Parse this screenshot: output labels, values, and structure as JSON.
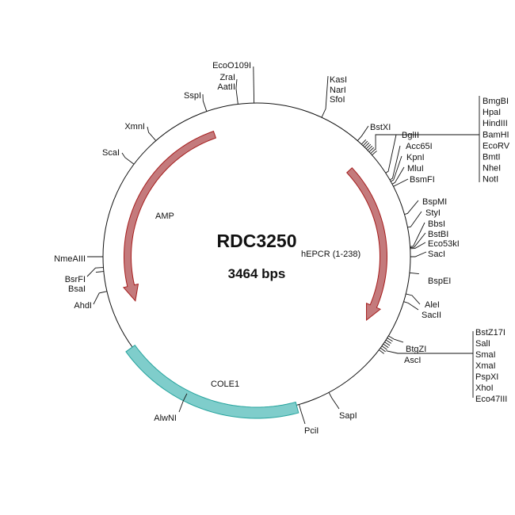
{
  "plasmid": {
    "name": "RDC3250",
    "size": "3464 bps"
  },
  "features": {
    "amp": {
      "label": "AMP",
      "color": "#c47a7c",
      "stroke": "#a51c1c"
    },
    "hepcr": {
      "label": "hEPCR (1-238)",
      "color": "#c47a7c",
      "stroke": "#a51c1c"
    },
    "cole1": {
      "label": "COLE1",
      "color": "#7fcdcb",
      "stroke": "#25a39d"
    }
  },
  "sites": {
    "top": [
      "EcoO109I",
      "ZraI",
      "AatII"
    ],
    "sspi": "SspI",
    "xmni": "XmnI",
    "scai": "ScaI",
    "kas": [
      "KasI",
      "NarI",
      "SfoI"
    ],
    "nmeaiii": "NmeAIII",
    "bsr": [
      "BsrFI",
      "BsaI"
    ],
    "ahdi": "AhdI",
    "alwni": "AlwNI",
    "pcii": "PciI",
    "sapi": "SapI",
    "bstxi": "BstXI",
    "mcs1_list": [
      "BmgBI",
      "HpaI",
      "HindIII",
      "BamHI",
      "EcoRV",
      "BmtI",
      "NheI",
      "NotI"
    ],
    "bgl": [
      "BglII",
      "Acc65I",
      "KpnI",
      "MluI",
      "BsmFI"
    ],
    "bsp": [
      "BspMI",
      "StyI",
      "BbsI",
      "BstBI",
      "Eco53kI",
      "SacI"
    ],
    "bspei": "BspEI",
    "ale": [
      "AleI",
      "SacII"
    ],
    "btg": [
      "BtgZI",
      "AscI"
    ],
    "mcs2_list": [
      "BstZ17I",
      "SalI",
      "SmaI",
      "XmaI",
      "PspXI",
      "XhoI",
      "Eco47III"
    ]
  }
}
